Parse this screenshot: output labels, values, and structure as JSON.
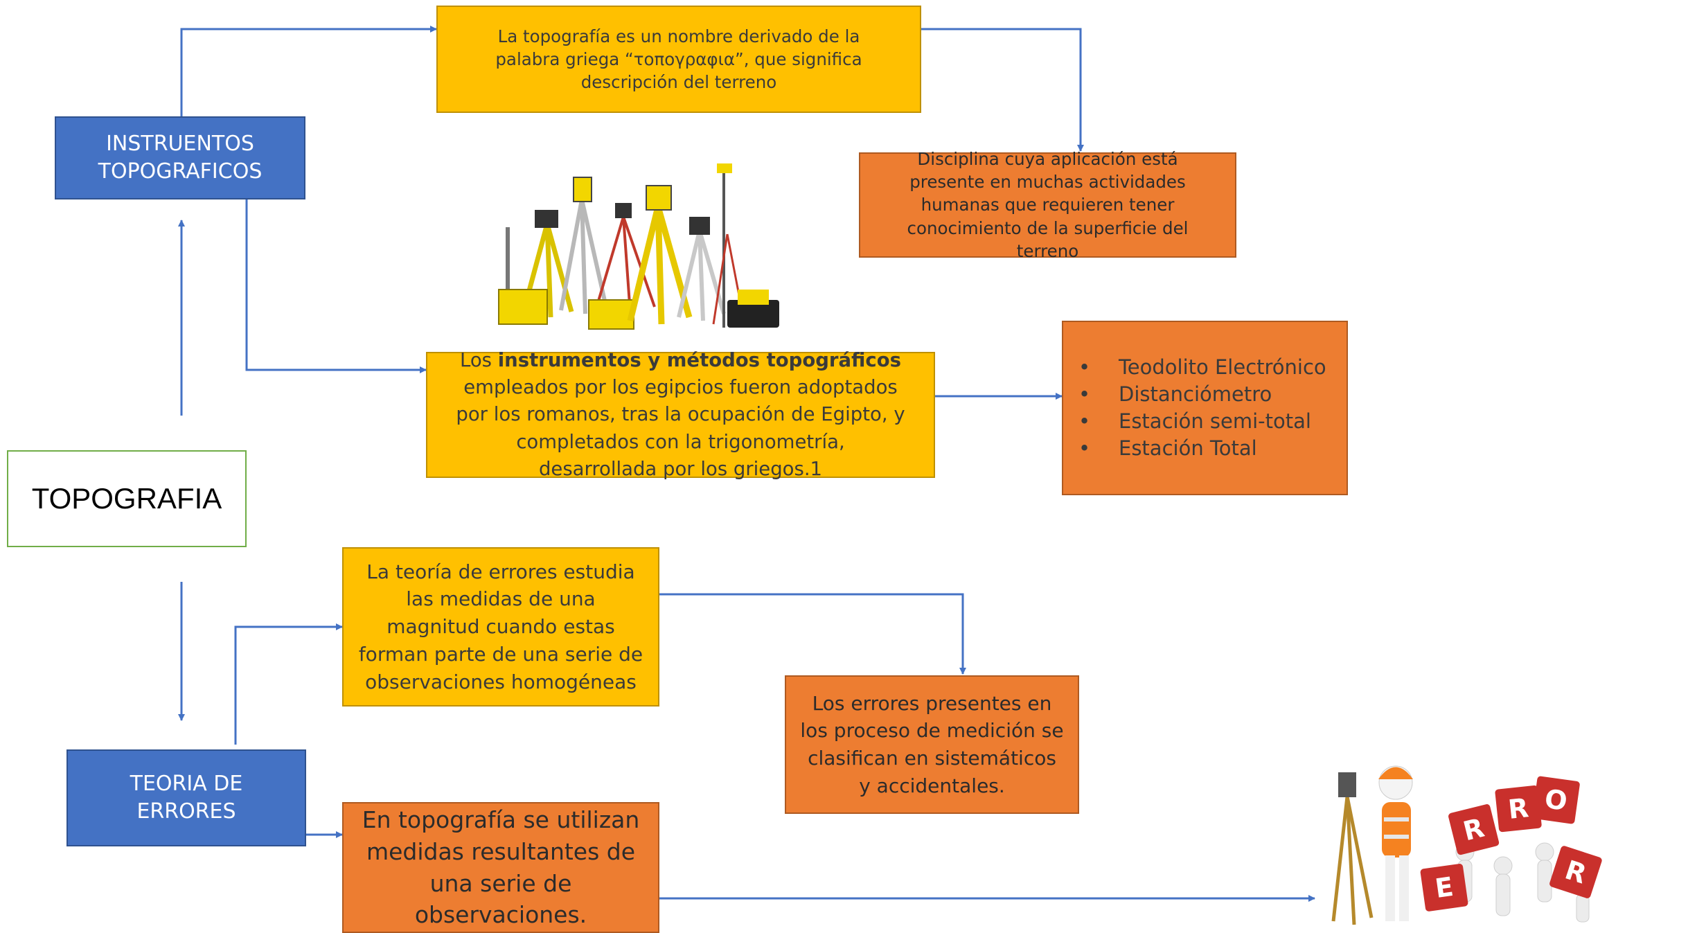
{
  "nodes": {
    "topografia": "TOPOGRAFIA",
    "instrumentos": "INSTRUENTOS TOPOGRAFICOS",
    "teoria": "TEORIA DE ERRORES",
    "definicion": "La topografía es un nombre derivado de la palabra griega “τοπογραφια”, que significa descripción del terreno",
    "disciplina": "Disciplina cuya aplicación está presente en muchas actividades humanas que requieren tener conocimiento de la superficie del terreno",
    "historia": {
      "pre": "Los ",
      "bold": "instrumentos y métodos topográficos",
      "post": " empleados por los egipcios fueron adoptados por los romanos, tras la ocupación de Egipto, y completados con la trigonometría, desarrollada por los griegos.1"
    },
    "lista": [
      "Teodolito Electrónico",
      "Distanciómetro",
      "Estación semi-total",
      "Estación Total"
    ],
    "errores_def": "La teoría de errores estudia las medidas de una magnitud cuando estas forman parte de una serie de observaciones homogéneas",
    "clasificacion": "Los errores presentes en los proceso de medición se clasifican en sistemáticos y accidentales.",
    "medidas": "En topografía se utilizan medidas resultantes de una serie de observaciones."
  },
  "images": {
    "instruments": "surveying-instruments-image",
    "error": "error-blocks-image"
  },
  "error_letters": [
    "E",
    "R",
    "R",
    "O",
    "R"
  ],
  "colors": {
    "yellow": "#FFC000",
    "orange": "#ED7D31",
    "blue": "#4472C4",
    "connector": "#4472C4",
    "green_border": "#70AD47"
  }
}
